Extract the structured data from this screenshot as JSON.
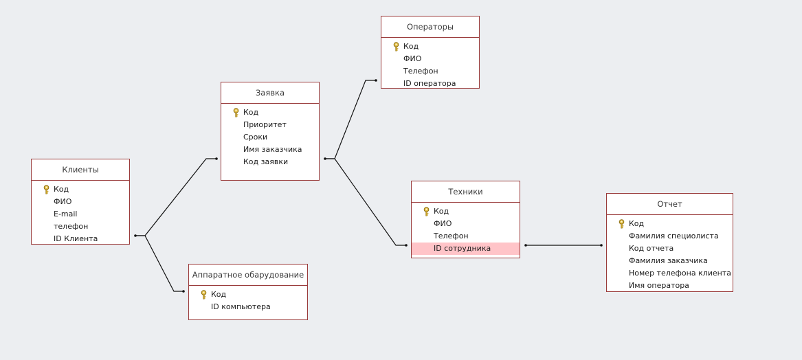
{
  "tables": {
    "clients": {
      "title": "Клиенты",
      "fields": [
        "Код",
        "ФИО",
        "E-mail",
        "телефон",
        "ID Клиента"
      ]
    },
    "request": {
      "title": "Заявка",
      "fields": [
        "Код",
        "Приоритет",
        "Сроки",
        "Имя заказчика",
        "Код заявки"
      ]
    },
    "operators": {
      "title": "Операторы",
      "fields": [
        "Код",
        "ФИО",
        "Телефон",
        "ID оператора"
      ]
    },
    "technicians": {
      "title": "Техники",
      "fields": [
        "Код",
        "ФИО",
        "Телефон",
        "ID сотрудника"
      ]
    },
    "hardware": {
      "title": "Аппаратное обарудование",
      "fields": [
        "Код",
        "ID компьютера"
      ]
    },
    "report": {
      "title": "Отчет",
      "fields": [
        "Код",
        "Фамилия специолиста",
        "Код отчета",
        "Фамилия заказчика",
        "Номер телефона клиента",
        "Имя оператора"
      ]
    }
  },
  "selected_field": "technicians.3",
  "colors": {
    "background": "#eceef1",
    "table_border": "#9a3b3b",
    "selection": "#ffc4c8",
    "key_icon": "#c9a227",
    "line": "#111111"
  },
  "icons": {
    "primary_key": "key-icon"
  }
}
